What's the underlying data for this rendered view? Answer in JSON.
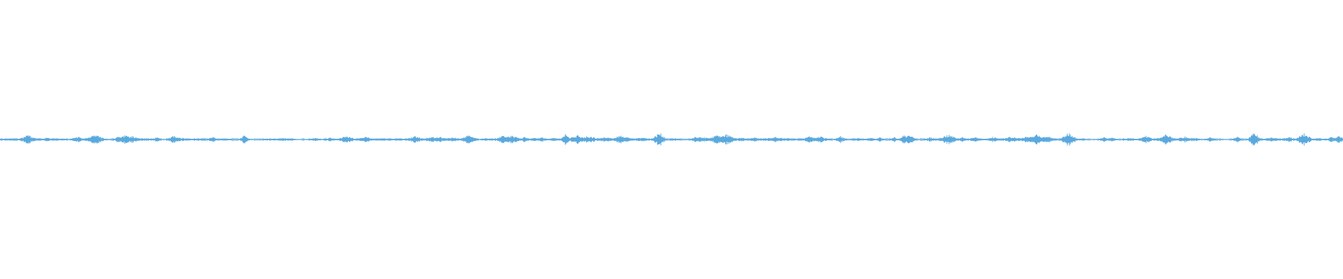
{
  "waveform": {
    "color": "#5aa9de",
    "background": "#ffffff",
    "bursts": [
      {
        "t": 0.006,
        "a": 0.1
      },
      {
        "t": 0.012,
        "a": 0.12
      },
      {
        "t": 0.021,
        "a": 0.45
      },
      {
        "t": 0.028,
        "a": 0.12
      },
      {
        "t": 0.035,
        "a": 0.18
      },
      {
        "t": 0.041,
        "a": 0.12
      },
      {
        "t": 0.058,
        "a": 0.3
      },
      {
        "t": 0.064,
        "a": 0.14
      },
      {
        "t": 0.071,
        "a": 0.46
      },
      {
        "t": 0.088,
        "a": 0.38
      },
      {
        "t": 0.093,
        "a": 0.42
      },
      {
        "t": 0.099,
        "a": 0.34
      },
      {
        "t": 0.107,
        "a": 0.15
      },
      {
        "t": 0.117,
        "a": 0.28
      },
      {
        "t": 0.129,
        "a": 0.4
      },
      {
        "t": 0.133,
        "a": 0.2
      },
      {
        "t": 0.147,
        "a": 0.12
      },
      {
        "t": 0.158,
        "a": 0.32
      },
      {
        "t": 0.168,
        "a": 0.12
      },
      {
        "t": 0.182,
        "a": 0.38
      },
      {
        "t": 0.201,
        "a": 0.1
      },
      {
        "t": 0.212,
        "a": 0.12
      },
      {
        "t": 0.235,
        "a": 0.14
      },
      {
        "t": 0.246,
        "a": 0.18
      },
      {
        "t": 0.258,
        "a": 0.32
      },
      {
        "t": 0.272,
        "a": 0.26
      },
      {
        "t": 0.285,
        "a": 0.06
      },
      {
        "t": 0.299,
        "a": 0.06
      },
      {
        "t": 0.309,
        "a": 0.3
      },
      {
        "t": 0.322,
        "a": 0.28
      },
      {
        "t": 0.328,
        "a": 0.24
      },
      {
        "t": 0.337,
        "a": 0.2
      },
      {
        "t": 0.349,
        "a": 0.4
      },
      {
        "t": 0.362,
        "a": 0.14
      },
      {
        "t": 0.375,
        "a": 0.36
      },
      {
        "t": 0.381,
        "a": 0.38
      },
      {
        "t": 0.391,
        "a": 0.26
      },
      {
        "t": 0.402,
        "a": 0.22
      },
      {
        "t": 0.412,
        "a": 0.18
      },
      {
        "t": 0.421,
        "a": 0.56
      },
      {
        "t": 0.43,
        "a": 0.4
      },
      {
        "t": 0.438,
        "a": 0.36
      },
      {
        "t": 0.451,
        "a": 0.3
      },
      {
        "t": 0.463,
        "a": 0.42
      },
      {
        "t": 0.478,
        "a": 0.24
      },
      {
        "t": 0.491,
        "a": 0.66
      },
      {
        "t": 0.503,
        "a": 0.12
      },
      {
        "t": 0.518,
        "a": 0.3
      },
      {
        "t": 0.523,
        "a": 0.26
      },
      {
        "t": 0.534,
        "a": 0.4
      },
      {
        "t": 0.541,
        "a": 0.48
      },
      {
        "t": 0.552,
        "a": 0.18
      },
      {
        "t": 0.562,
        "a": 0.24
      },
      {
        "t": 0.571,
        "a": 0.18
      },
      {
        "t": 0.578,
        "a": 0.26
      },
      {
        "t": 0.587,
        "a": 0.14
      },
      {
        "t": 0.603,
        "a": 0.3
      },
      {
        "t": 0.611,
        "a": 0.28
      },
      {
        "t": 0.626,
        "a": 0.34
      },
      {
        "t": 0.639,
        "a": 0.12
      },
      {
        "t": 0.648,
        "a": 0.18
      },
      {
        "t": 0.655,
        "a": 0.2
      },
      {
        "t": 0.666,
        "a": 0.24
      },
      {
        "t": 0.673,
        "a": 0.42
      },
      {
        "t": 0.677,
        "a": 0.48
      },
      {
        "t": 0.693,
        "a": 0.22
      },
      {
        "t": 0.706,
        "a": 0.46
      },
      {
        "t": 0.717,
        "a": 0.24
      },
      {
        "t": 0.726,
        "a": 0.2
      },
      {
        "t": 0.739,
        "a": 0.26
      },
      {
        "t": 0.753,
        "a": 0.28
      },
      {
        "t": 0.764,
        "a": 0.32
      },
      {
        "t": 0.772,
        "a": 0.48
      },
      {
        "t": 0.779,
        "a": 0.36
      },
      {
        "t": 0.796,
        "a": 0.7
      },
      {
        "t": 0.804,
        "a": 0.1
      },
      {
        "t": 0.822,
        "a": 0.28
      },
      {
        "t": 0.828,
        "a": 0.2
      },
      {
        "t": 0.841,
        "a": 0.14
      },
      {
        "t": 0.853,
        "a": 0.36
      },
      {
        "t": 0.868,
        "a": 0.5
      },
      {
        "t": 0.882,
        "a": 0.3
      },
      {
        "t": 0.889,
        "a": 0.22
      },
      {
        "t": 0.901,
        "a": 0.2
      },
      {
        "t": 0.921,
        "a": 0.32
      },
      {
        "t": 0.934,
        "a": 0.64
      },
      {
        "t": 0.947,
        "a": 0.22
      },
      {
        "t": 0.96,
        "a": 0.22
      },
      {
        "t": 0.971,
        "a": 0.56
      },
      {
        "t": 0.982,
        "a": 0.1
      },
      {
        "t": 0.992,
        "a": 0.26
      },
      {
        "t": 0.997,
        "a": 0.3
      }
    ]
  }
}
